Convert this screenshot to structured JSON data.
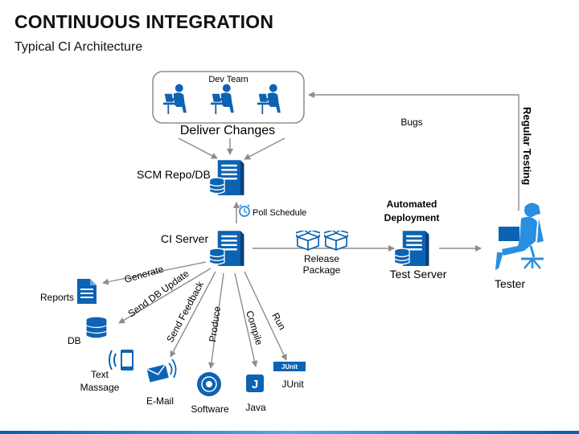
{
  "title": "CONTINUOUS INTEGRATION",
  "subtitle": "Typical CI Architecture",
  "dev_team": {
    "label": "Dev Team",
    "action": "Deliver Changes"
  },
  "scm": {
    "label": "SCM Repo/DB"
  },
  "poll": {
    "label": "Poll Schedule"
  },
  "ci_server": {
    "label": "CI Server"
  },
  "release": {
    "line1": "Release",
    "line2": "Package"
  },
  "deployment": {
    "line1": "Automated",
    "line2": "Deployment"
  },
  "test_server": {
    "label": "Test Server"
  },
  "tester": {
    "label": "Tester"
  },
  "bugs": {
    "label": "Bugs"
  },
  "regular_testing": {
    "label": "Regular Testing"
  },
  "edges": {
    "generate": "Generate",
    "send_db_update": "Send DB Update",
    "send_feedback": "Send Feedback",
    "produce": "Produce",
    "compile": "Compile",
    "run": "Run"
  },
  "outputs": {
    "reports": "Reports",
    "db": "DB",
    "text_line1": "Text",
    "text_line2": "Massage",
    "email": "E-Mail",
    "software": "Software",
    "java": "Java",
    "junit": "JUnit",
    "junit_badge": "JUnit",
    "java_glyph": "J"
  },
  "colors": {
    "primary": "#0d63b3",
    "dark": "#0a3f78",
    "arrow": "#8c8c8c",
    "tester": "#2a8fe0"
  }
}
